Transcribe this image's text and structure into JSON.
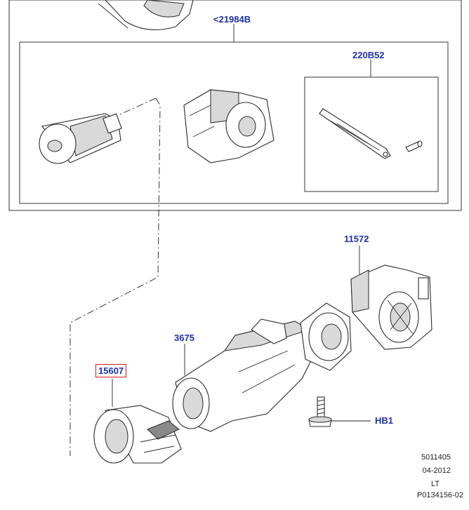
{
  "callouts": {
    "c21984b": "<21984B",
    "c220b52": "220B52",
    "c11572": "11572",
    "c3675": "3675",
    "c15607": "15607",
    "chb1": "HB1"
  },
  "reference": {
    "line1": "5011405",
    "line2": "04-2012",
    "line3": "LT",
    "line4": "P0134156-02"
  },
  "colors": {
    "callout_text": "#1f2fa8",
    "selected_outline": "#d11a1a"
  }
}
